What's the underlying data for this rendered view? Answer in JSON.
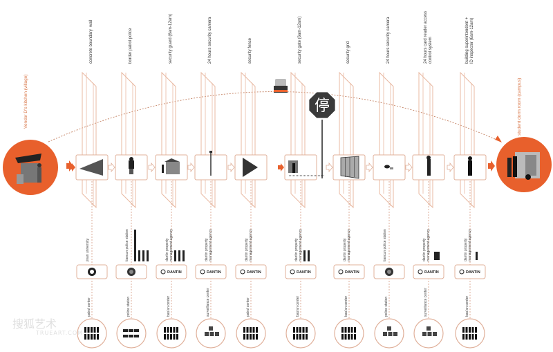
{
  "diagram": {
    "accent_color": "#e8602c",
    "line_color": "#e9b9a2",
    "origin": {
      "label": "Vendor D's kitchen (village)",
      "icon": "kitchen-stall-photo"
    },
    "destination": {
      "label": "student dorm room (campus)",
      "icon": "dorm-room-photo"
    },
    "stop_sign_glyph": "停",
    "barriers": [
      {
        "label": "concrete boundary  wall",
        "icon": "wall-icon",
        "agency": "jinan university",
        "agency_logo": "university-seal-icon",
        "center": "patrol center",
        "center_icon": "people-icon",
        "arrow_in": "filled"
      },
      {
        "label": "border patrol police",
        "icon": "motorcycle-police-icon",
        "agency": "tiancun police station",
        "agency_logo": "police-badge-icon",
        "center": "police station",
        "center_icon": "police-car-icon",
        "arrow_in": "outline"
      },
      {
        "label": "security guard (6am-12am)",
        "icon": "guard-booth-icon",
        "agency": "dantin property\nmanagement agency",
        "agency_logo": "dantin-logo",
        "center": "bao'an center",
        "center_icon": "people-icon",
        "arrow_in": "outline"
      },
      {
        "label": "24 hours security camera",
        "icon": "camera-pole-icon",
        "agency": "dantin property\nmanagement agency",
        "agency_logo": "dantin-logo",
        "center": "surveillance center",
        "center_icon": "monitor-icon",
        "arrow_in": "outline"
      },
      {
        "label": "security fence",
        "icon": "fence-icon",
        "agency": "dantin property\nmanagement agency",
        "agency_logo": "dantin-logo",
        "center": "patrol center",
        "center_icon": "people-icon",
        "arrow_in": "outline"
      },
      {
        "label": "security gate (6am-12am)",
        "icon": "gate-icon",
        "agency": "dantin property\nmanagement agency",
        "agency_logo": "dantin-logo",
        "center": "bao'an center",
        "center_icon": "people-icon",
        "arrow_in": "filled"
      },
      {
        "label": "security grid",
        "icon": "grid-icon",
        "agency": "dantin property\nmanagement agency",
        "agency_logo": "dantin-logo",
        "center": "bao'an center",
        "center_icon": "people-icon",
        "arrow_in": "outline"
      },
      {
        "label": "24 hours security camera",
        "icon": "cctv-icon",
        "agency": "tiancun police station",
        "agency_logo": "police-badge-icon",
        "center": "police station",
        "center_icon": "monitor-icon",
        "arrow_in": "outline"
      },
      {
        "label": "24 hours card reader access\ncontrol system",
        "icon": "card-reader-icon",
        "agency": "dantin property\nmanagement agency",
        "agency_logo": "dantin-logo",
        "center": "surveillance center",
        "center_icon": "monitor-icon",
        "arrow_in": "outline"
      },
      {
        "label": "building superintendent +\nID inspector (6am-12am)",
        "icon": "inspector-icon",
        "agency": "dantin property\nmanagement agency",
        "agency_logo": "dantin-logo",
        "center": "bao'an center",
        "center_icon": "people-icon",
        "arrow_in": "outline"
      }
    ],
    "logo_text": "DANTIN",
    "watermark": {
      "text": "搜狐艺术",
      "sub": "TRUEART.COM"
    }
  }
}
